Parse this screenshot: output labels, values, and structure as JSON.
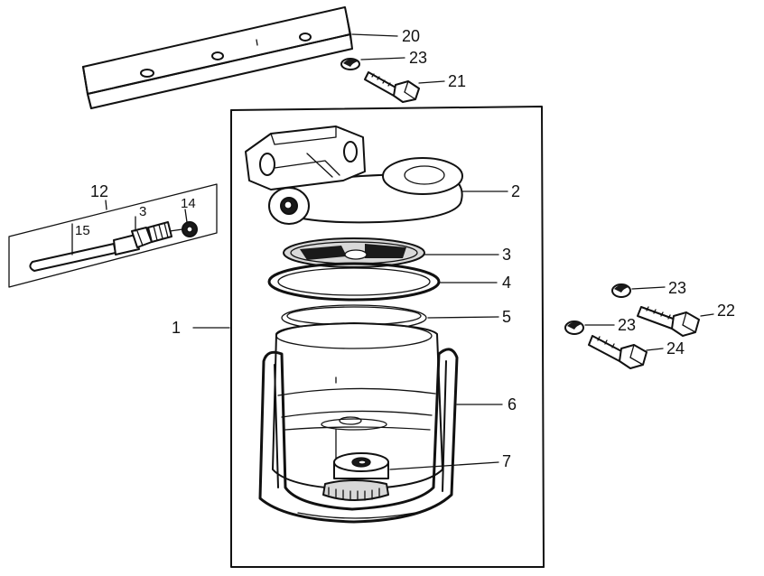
{
  "callouts": {
    "c1": "1",
    "c2": "2",
    "c3": "3",
    "c4": "4",
    "c5": "5",
    "c6": "6",
    "c7": "7",
    "c12": "12",
    "c13": "3",
    "c14": "14",
    "c15": "15",
    "c20": "20",
    "c21": "21",
    "c22": "22",
    "c23a": "23",
    "c23b": "23",
    "c23c": "23",
    "c24": "24"
  },
  "colors": {
    "ink": "#111111",
    "paper": "#ffffff"
  }
}
